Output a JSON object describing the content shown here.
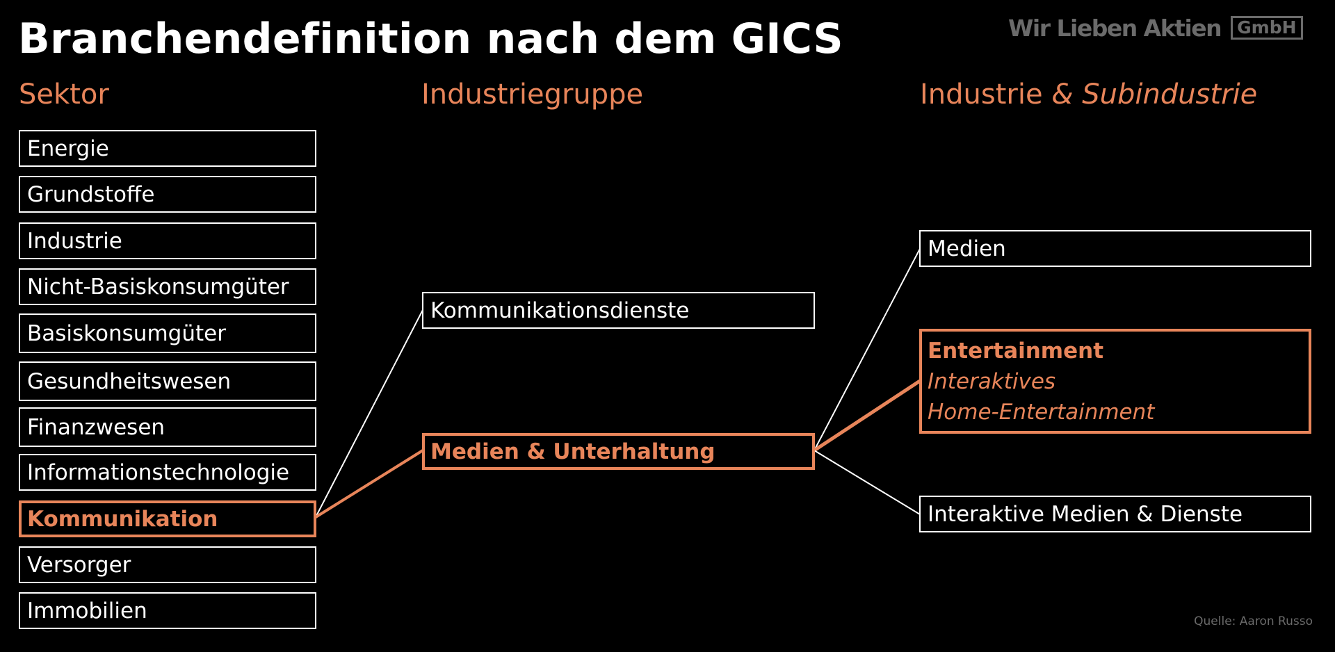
{
  "title": "Branchendefinition nach dem GICS",
  "logo": {
    "text": "Wir Lieben Aktien",
    "badge": "GmbH"
  },
  "columns": {
    "sector": "Sektor",
    "industry_group": "Industriegruppe",
    "industry": "Industrie",
    "sub_industry": "& Subindustrie"
  },
  "sectors": [
    "Energie",
    "Grundstoffe",
    "Industrie",
    "Nicht-Basiskonsumgüter",
    "Basiskonsumgüter",
    "Gesundheitswesen",
    "Finanzwesen",
    "Informationstechnologie",
    "Kommunikation",
    "Versorger",
    "Immobilien"
  ],
  "highlighted_sector": "Kommunikation",
  "industry_groups": [
    "Kommunikationsdienste",
    "Medien & Unterhaltung"
  ],
  "highlighted_group": "Medien & Unterhaltung",
  "industries": {
    "medien": "Medien",
    "entertainment": "Entertainment",
    "entertainment_sub_1": "Interaktives",
    "entertainment_sub_2": "Home-Entertainment",
    "interaktive": "Interaktive Medien & Dienste"
  },
  "source": "Quelle: Aaron Russo",
  "colors": {
    "accent": "#e8855a",
    "line": "#ffffff",
    "background": "#000000",
    "logo": "#6b6b6b"
  }
}
